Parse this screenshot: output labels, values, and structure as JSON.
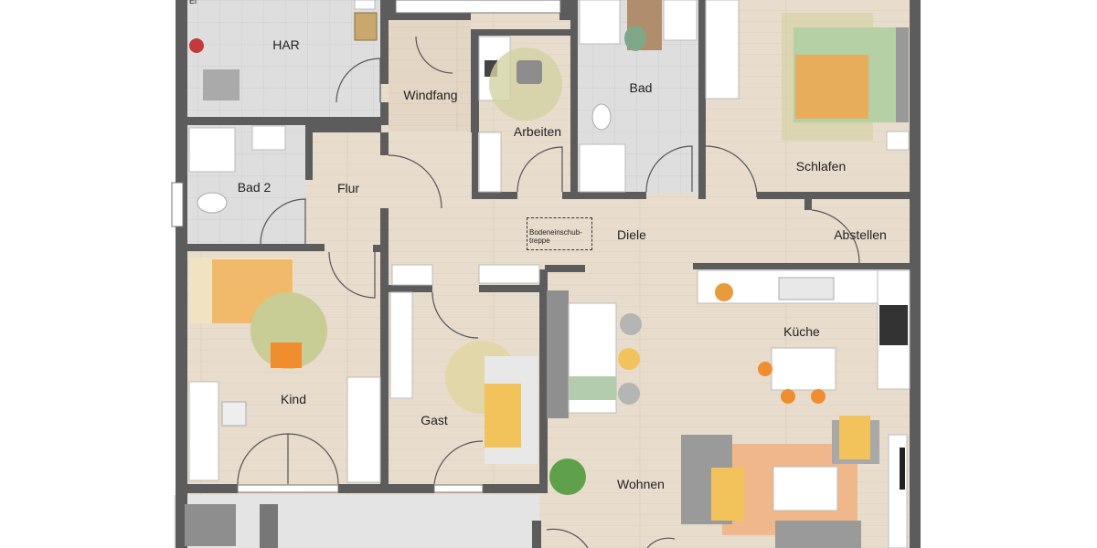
{
  "plan": {
    "rooms": {
      "har": "HAR",
      "windfang": "Windfang",
      "arbeiten": "Arbeiten",
      "bad": "Bad",
      "schlafen": "Schlafen",
      "bad2": "Bad 2",
      "flur": "Flur",
      "diele": "Diele",
      "abstellen": "Abstellen",
      "kueche": "Küche",
      "kind": "Kind",
      "gast": "Gast",
      "wohnen": "Wohnen"
    },
    "note": {
      "line1": "Bodeneinschub-",
      "line2": "treppe"
    },
    "edge_text": "El"
  },
  "colors": {
    "wall": "#5c5c5c",
    "wood_floor": "#e6d8c8",
    "tile_floor": "#dddddd",
    "rug_green": "#c8cc95",
    "bed_orange": "#f2a23a",
    "bed_green": "#a6c896",
    "sofa": "#8d8d8d",
    "plant": "#5fa04a"
  }
}
